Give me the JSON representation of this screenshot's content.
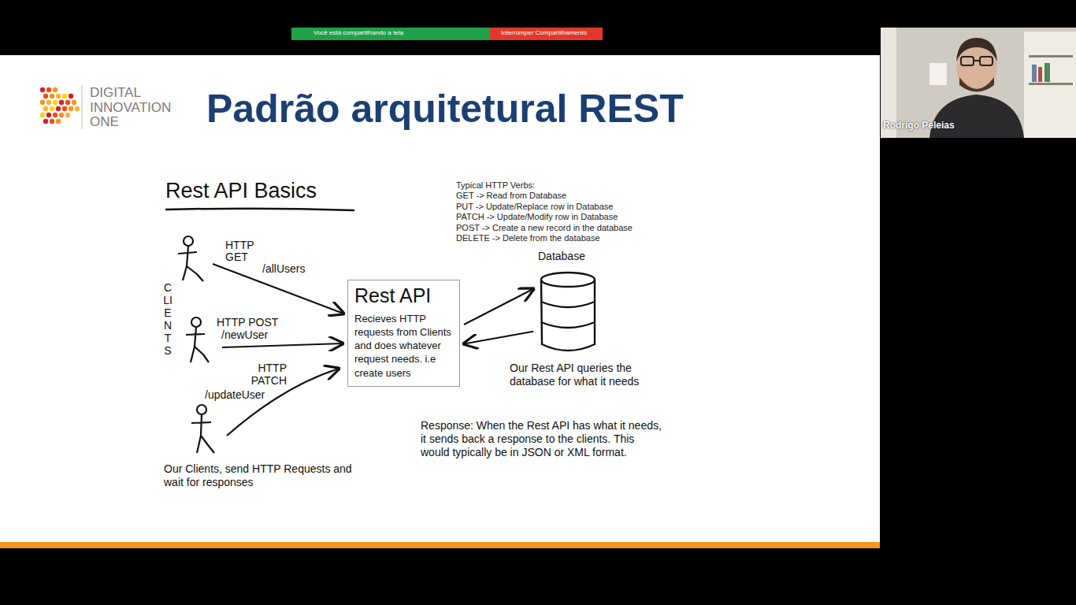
{
  "diagram": {
    "title": "Padrão arquitetural REST",
    "nodes": [
      {
        "text": [
          "Rest API",
          "Recieves HTTP requests from Clients and does whatever request needs. i.e create users"
        ]
      },
      {
        "text": [
          "Database"
        ]
      }
    ],
    "edges": [
      {
        "from": 0,
        "to": 1,
        "arrow": "to"
      },
      {
        "from": 1,
        "to": 0,
        "arrow": "to"
      }
    ],
    "labels": [
      "Você está compartilhando a tela",
      "Interromper Compartilhamento",
      "Rodrigo Peleias",
      "DIGITAL INNOVATION ONE",
      "Rest API Basics",
      "Typical HTTP Verbs:",
      "GET -> Read from Database",
      "PUT -> Update/Replace row in Database",
      "PATCH -> Update/Modify row in Database",
      "POST -> Create a new record in the database",
      "DELETE -> Delete from the database",
      "HTTP GET",
      "/allUsers",
      "CLIENTS",
      "HTTP POST",
      "/newUser",
      "HTTP PATCH",
      "/updateUser",
      "Our Rest API queries the database for what it needs",
      "Response: When the Rest API has what it needs, it sends back a response to the clients. This would typically be in JSON or XML format.",
      "Our Clients, send HTTP Requests and wait for responses"
    ]
  }
}
